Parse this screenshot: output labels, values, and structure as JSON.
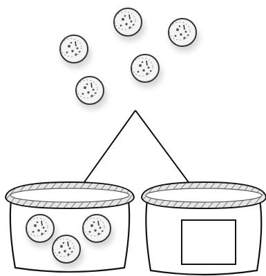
{
  "scene": {
    "total_balls": 5,
    "left_basket_balls": 3,
    "right_basket_answer": ""
  },
  "icons": {
    "ball": "cookie-ball-icon",
    "basket": "basket-icon",
    "answer_box": "answer-box"
  },
  "colors": {
    "line": "#111111",
    "shadow": "#d8d8d8",
    "background": "#ffffff"
  }
}
